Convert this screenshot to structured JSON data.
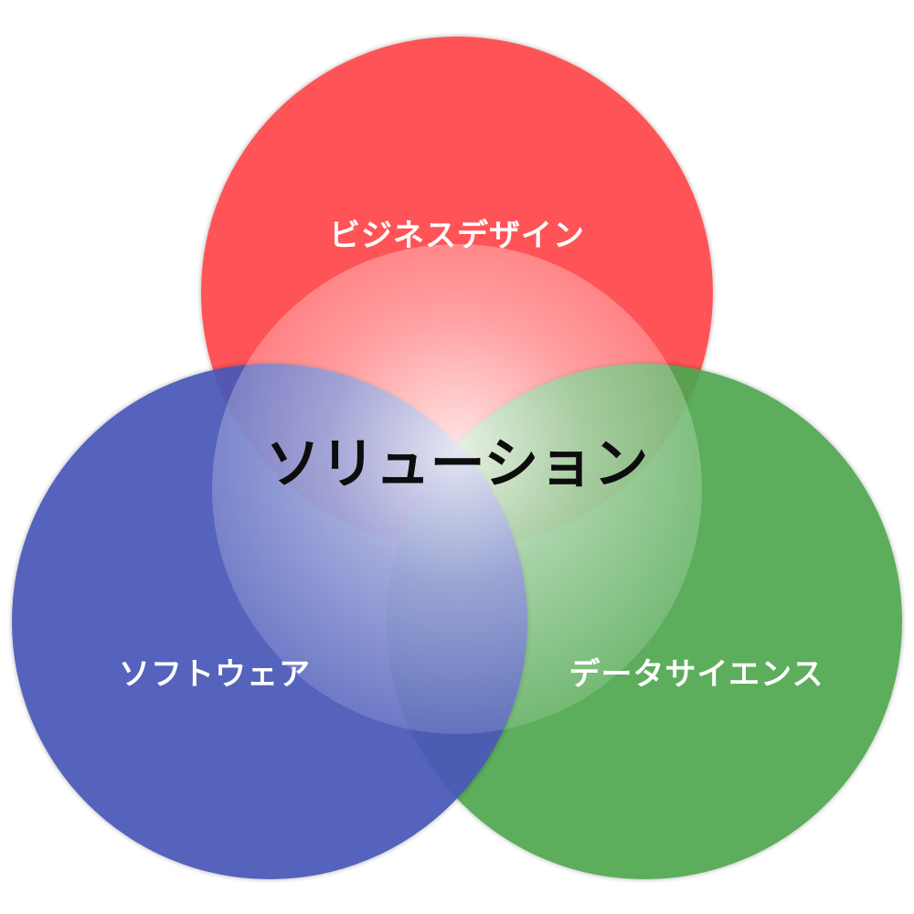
{
  "diagram": {
    "type": "venn",
    "center_label": "ソリューション",
    "circles": [
      {
        "label": "ビジネスデザイン",
        "color": "#ff4b4f"
      },
      {
        "label": "ソフトウェア",
        "color": "#4a59b9"
      },
      {
        "label": "データサイエンス",
        "color": "#4fa74f"
      }
    ],
    "overlay_color": "#ffffff"
  }
}
